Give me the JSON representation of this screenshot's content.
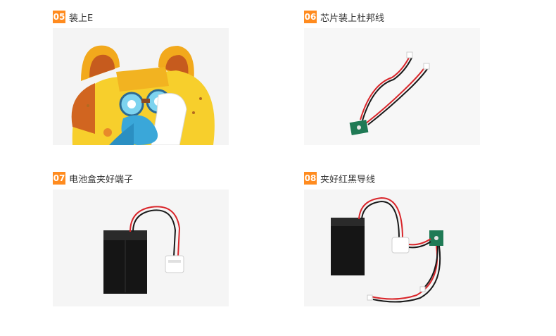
{
  "steps": [
    {
      "number": "05",
      "label": "装上E",
      "image": "cat-toy-assembly"
    },
    {
      "number": "06",
      "label": "芯片装上杜邦线",
      "image": "chip-with-dupont-wires"
    },
    {
      "number": "07",
      "label": "电池盒夹好端子",
      "image": "battery-box-with-terminal"
    },
    {
      "number": "08",
      "label": "夹好红黑导线",
      "image": "battery-chip-red-black-wires"
    }
  ],
  "colors": {
    "badge": "#ff8b1f",
    "photo_bg": "#f3f3f3",
    "wire_red": "#d9262b",
    "wire_black": "#1a1a1a",
    "pcb": "#1f7a55"
  }
}
